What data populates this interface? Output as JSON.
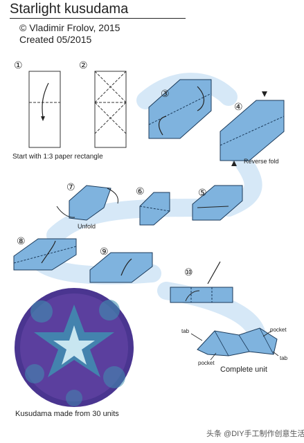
{
  "header": {
    "title": "Starlight kusudama",
    "author": "© Vladimir Frolov, 2015",
    "created": "Created 05/2015"
  },
  "steps": {
    "s1": "①",
    "s2": "②",
    "s3": "③",
    "s4": "④",
    "s5": "⑤",
    "s6": "⑥",
    "s7": "⑦",
    "s8": "⑧",
    "s9": "⑨",
    "s10": "⑩"
  },
  "captions": {
    "start": "Start with 1:3 paper rectangle",
    "reverse_fold": "Reverse fold",
    "unfold": "Unfold",
    "tab": "tab",
    "pocket": "pocket",
    "complete_unit": "Complete unit",
    "kusudama": "Kusudama made from 30 units"
  },
  "watermark": "头条 @DIY手工制作创意生活",
  "colors": {
    "paper_blue": "#7fb3de",
    "paper_light": "#a9cdea",
    "path_blue": "#d6e8f7",
    "outline": "#1b3a5a",
    "ball_purple": "#5b3f9e",
    "ball_teal": "#3f8fb0"
  }
}
